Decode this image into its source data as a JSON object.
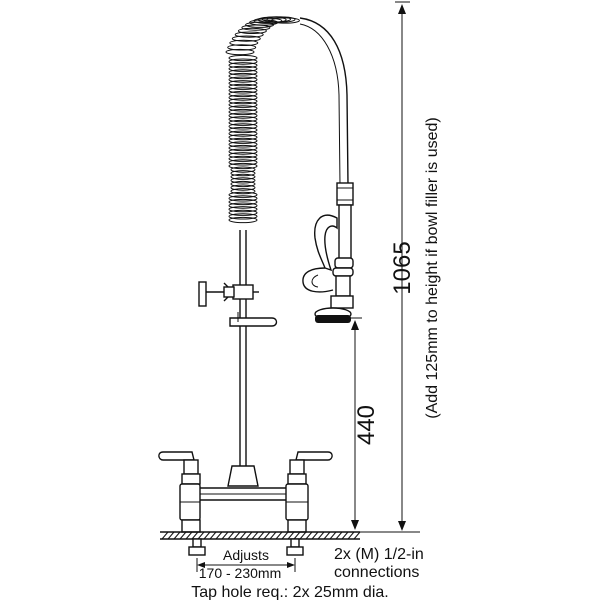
{
  "dimensions": {
    "overall_height": "1065",
    "overall_note": "(Add 125mm to height if bowl filler is used)",
    "spray_height": "440"
  },
  "labels": {
    "adjusts_title": "Adjusts",
    "adjusts_range": "170 - 230mm",
    "connections_line1": "2x (M) 1/2-in",
    "connections_line2": "connections",
    "tap_hole": "Tap hole req.: 2x 25mm dia."
  }
}
